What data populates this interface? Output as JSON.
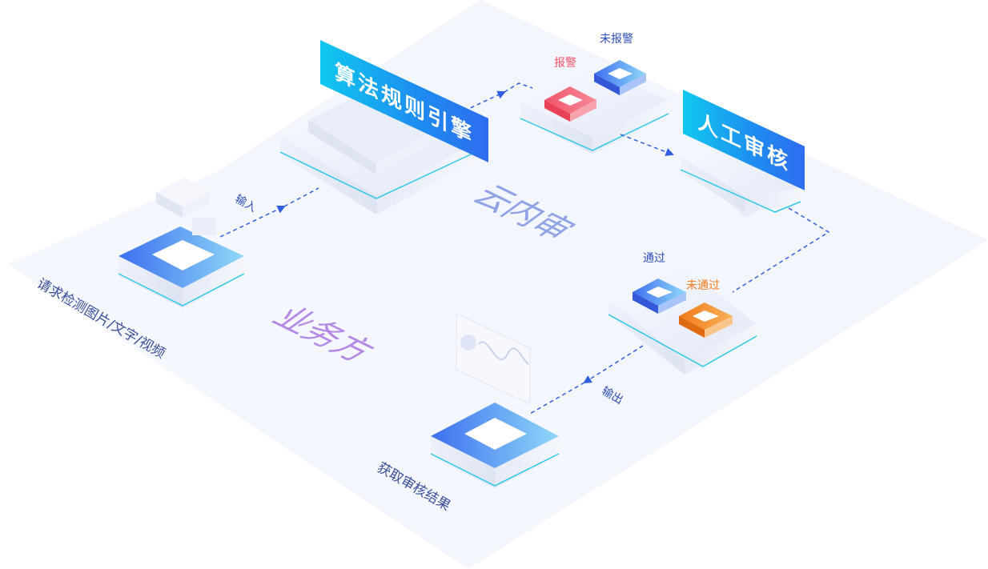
{
  "zones": {
    "cloud": "云内审",
    "business": "业务方"
  },
  "engine": {
    "title": "算法规则引擎"
  },
  "manual": {
    "title": "人工审核"
  },
  "alarm": {
    "alarm_label": "报警",
    "no_alarm_label": "未报警"
  },
  "review_result": {
    "pass_label": "通过",
    "fail_label": "未通过"
  },
  "arrows": {
    "input": "输入",
    "output": "输出"
  },
  "request": {
    "label": "请求检测图片/文字/视频"
  },
  "result": {
    "label": "获取审核结果"
  },
  "colors": {
    "alarm": "#f2546a",
    "no_alarm_blue": "#3a67e8",
    "fail_orange": "#f07b1c",
    "zone_text_cloud": "#8fa3e6",
    "zone_text_business": "#b48ae6",
    "arrow": "#2f5fe0"
  }
}
